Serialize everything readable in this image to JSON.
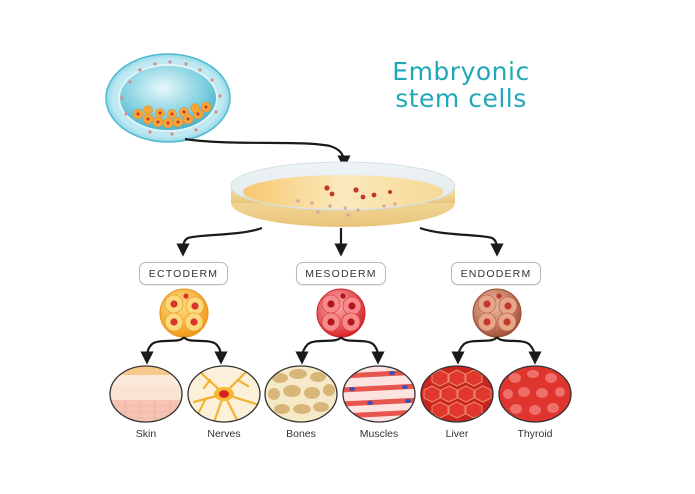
{
  "title": {
    "line1": "Embryonic",
    "line2": "stem cells"
  },
  "colors": {
    "title": "#1fa9b8",
    "arrow": "#1a1a1a",
    "ectoderm": "#f5a623",
    "mesoderm": "#e53b3b",
    "endoderm": "#b8654a",
    "blastocyst": "#5cc6d8",
    "dish_medium": "#f4d68c"
  },
  "source": {
    "blastocyst": "blastocyst",
    "dish": "culture dish"
  },
  "germ_layers": [
    {
      "label": "ECTODERM",
      "tissues": [
        "Skin",
        "Nerves"
      ]
    },
    {
      "label": "MESODERM",
      "tissues": [
        "Bones",
        "Muscles"
      ]
    },
    {
      "label": "ENDODERM",
      "tissues": [
        "Liver",
        "Thyroid"
      ]
    }
  ]
}
